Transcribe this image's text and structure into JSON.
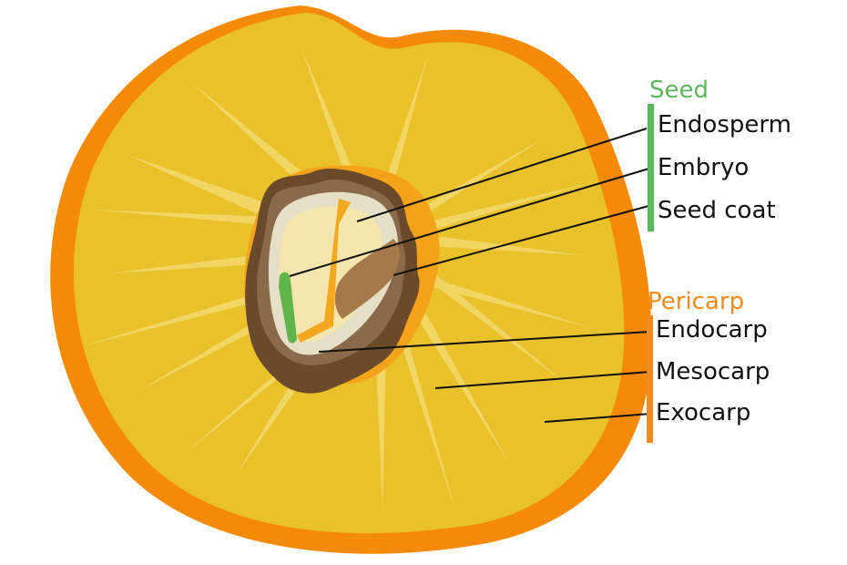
{
  "colors": {
    "seed_group": "#5cb85c",
    "pericarp_group": "#f28a1e",
    "exocarp": "#f58a07",
    "mesocarp": "#e9c12b",
    "endocarp_outer": "#6b4a2b",
    "seed_coat": "#e6dfc8",
    "endosperm": "#f5e6ad",
    "embryo": "#5fb548",
    "cotyledon": "#f4a81f"
  },
  "seed": {
    "title": "Seed",
    "labels": [
      "Endosperm",
      "Embryo",
      "Seed coat"
    ]
  },
  "pericarp": {
    "title": "Pericarp",
    "labels": [
      "Endocarp",
      "Mesocarp",
      "Exocarp"
    ]
  }
}
